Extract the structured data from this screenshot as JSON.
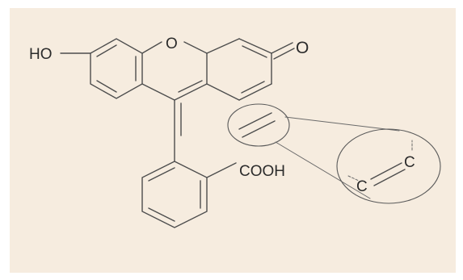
{
  "colors": {
    "background": "#f6ecdf",
    "frame": "#ffffff",
    "bond": "#4d4d4d",
    "text": "#2b2b2b"
  },
  "atoms": {
    "hydroxyl": "HO",
    "ring_oxygen": "O",
    "carbonyl_oxygen": "O",
    "carboxyl": "COOH"
  },
  "inset": {
    "carbon_left": "C",
    "carbon_right": "C"
  }
}
